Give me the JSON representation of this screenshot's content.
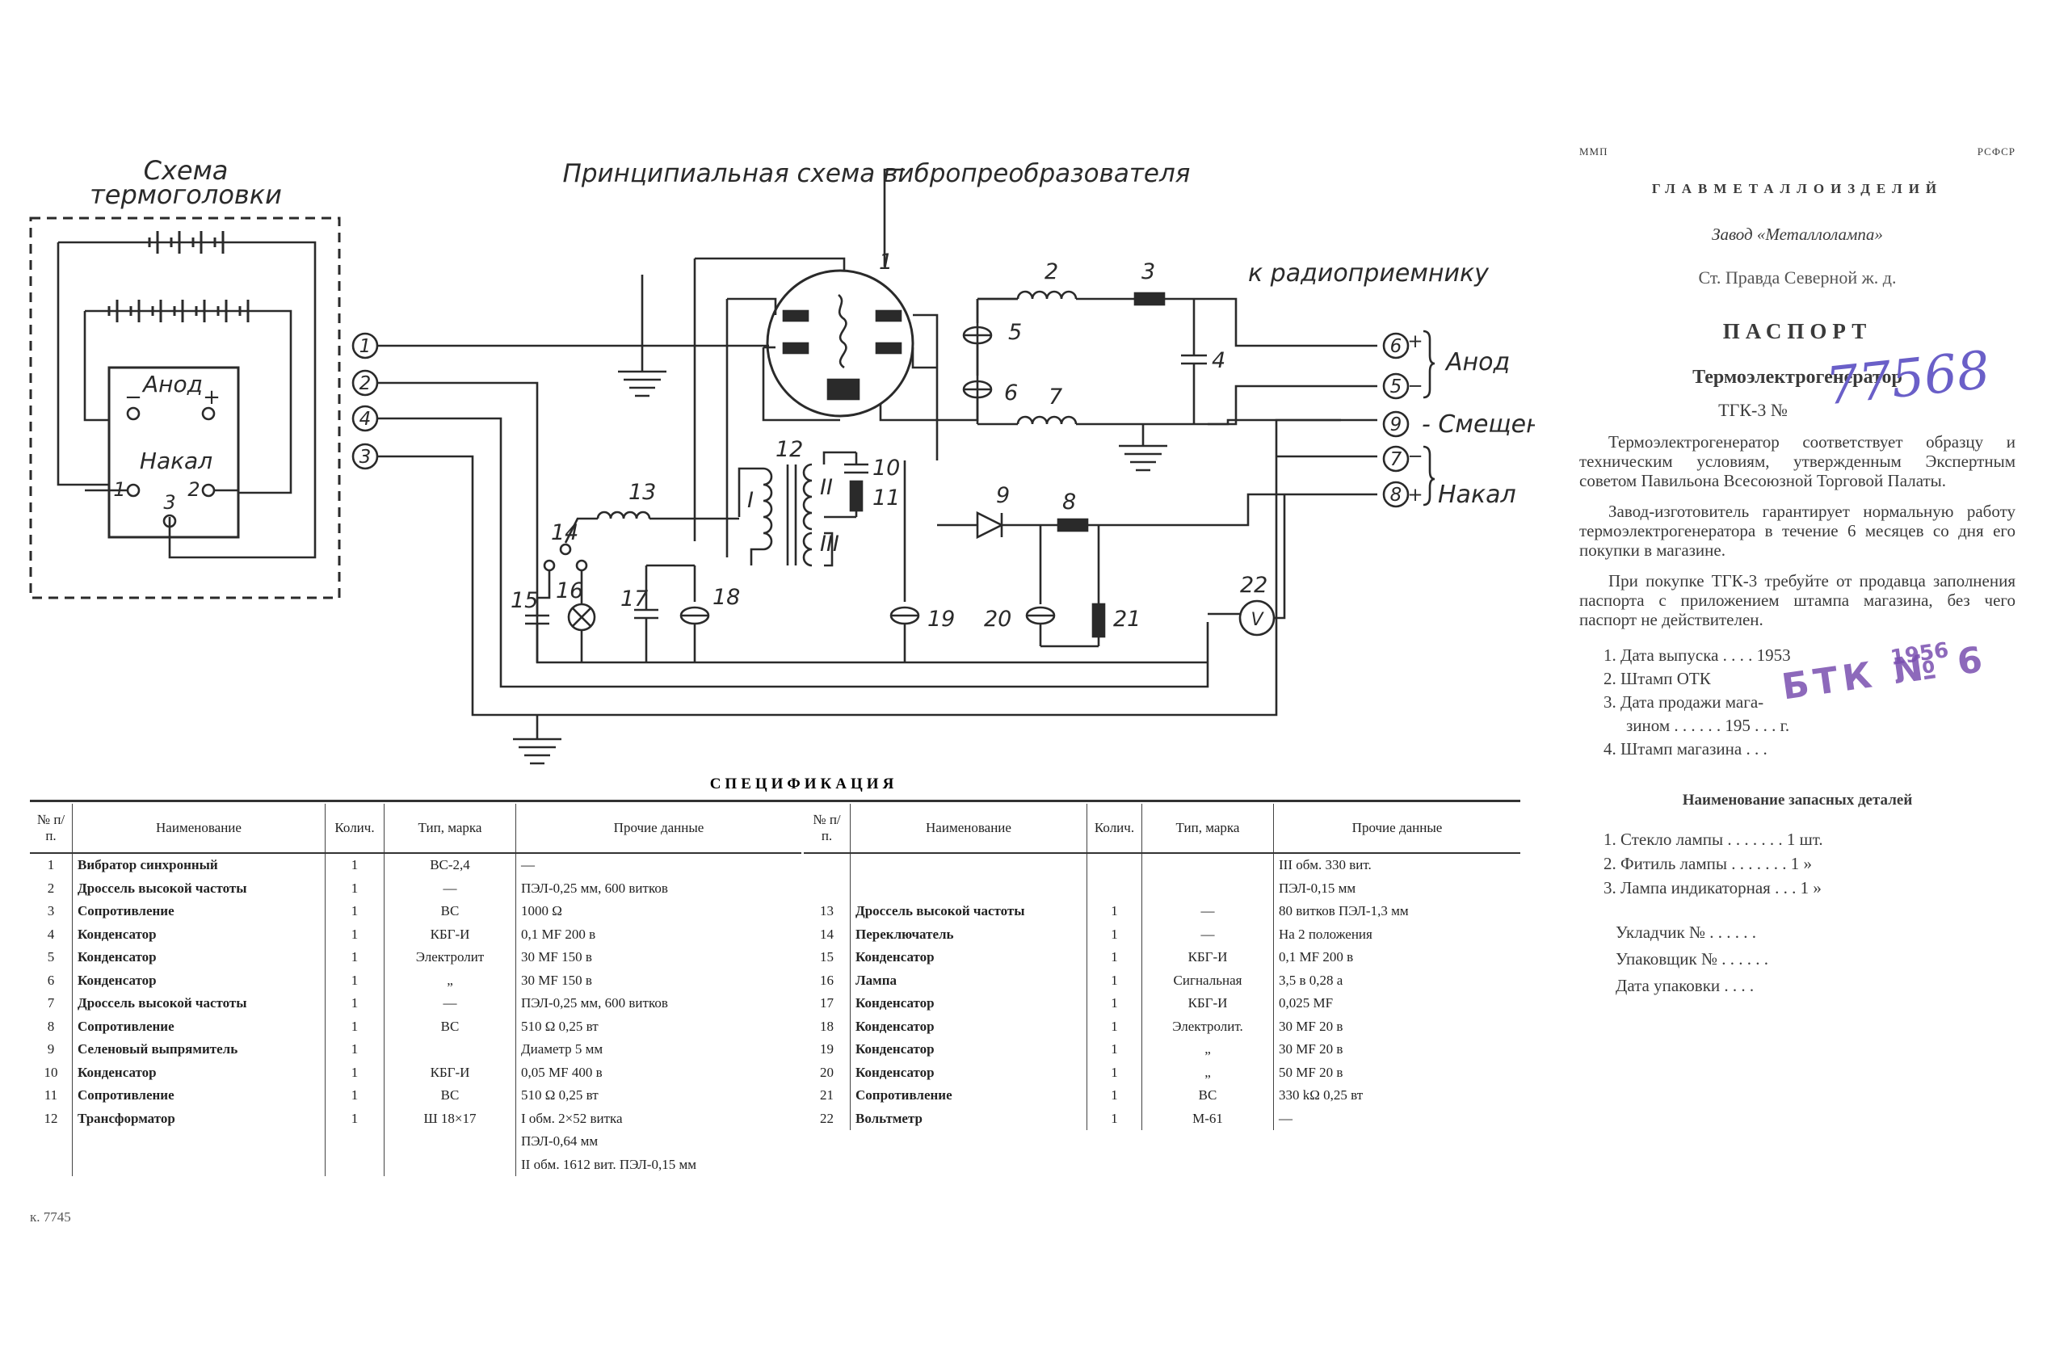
{
  "schematic": {
    "head_title_1": "Схема",
    "head_title_2": "термоголовки",
    "main_title": "Принципиальная схема вибропреобразователя",
    "to_radio": "к радиоприемнику",
    "anode": "Анод",
    "filament": "Накал",
    "bias": "- Смещение",
    "inner_anode": "Анод",
    "inner_filament": "Накал",
    "pin_minus": "−",
    "pin_plus": "+",
    "pin_1": "1",
    "pin_2": "2",
    "pin_3": "3",
    "terminals_left": [
      "1",
      "2",
      "4",
      "3"
    ],
    "terminals_right": [
      "6",
      "5",
      "9",
      "7",
      "8"
    ],
    "signs_right": [
      "+",
      "−",
      "",
      "−",
      "+"
    ],
    "components": [
      "1",
      "2",
      "3",
      "4",
      "5",
      "6",
      "7",
      "8",
      "9",
      "10",
      "11",
      "12",
      "13",
      "14",
      "15",
      "16",
      "17",
      "18",
      "19",
      "20",
      "21",
      "22"
    ],
    "coil_I": "I",
    "coil_II": "II",
    "coil_III": "III",
    "voltmeter": "V"
  },
  "spec": {
    "title": "СПЕЦИФИКАЦИЯ",
    "headers": [
      "№ п/п.",
      "Наименование",
      "Колич.",
      "Тип, марка",
      "Прочие данные"
    ],
    "left_rows": [
      [
        "1",
        "Вибратор синхронный",
        "1",
        "ВС-2,4",
        "—"
      ],
      [
        "2",
        "Дроссель высокой частоты",
        "1",
        "—",
        "ПЭЛ-0,25 мм, 600 витков"
      ],
      [
        "3",
        "Сопротивление",
        "1",
        "ВС",
        "1000 Ω"
      ],
      [
        "4",
        "Конденсатор",
        "1",
        "КБГ-И",
        "0,1 MF 200 в"
      ],
      [
        "5",
        "Конденсатор",
        "1",
        "Электролит",
        "30 MF 150 в"
      ],
      [
        "6",
        "Конденсатор",
        "1",
        "„",
        "30 MF 150 в"
      ],
      [
        "7",
        "Дроссель высокой частоты",
        "1",
        "—",
        "ПЭЛ-0,25 мм, 600 витков"
      ],
      [
        "8",
        "Сопротивление",
        "1",
        "ВС",
        "510 Ω 0,25 вт"
      ],
      [
        "9",
        "Селеновый выпрямитель",
        "1",
        "",
        "Диаметр 5 мм"
      ],
      [
        "10",
        "Конденсатор",
        "1",
        "КБГ-И",
        "0,05 MF 400 в"
      ],
      [
        "11",
        "Сопротивление",
        "1",
        "ВС",
        "510 Ω 0,25 вт"
      ],
      [
        "12",
        "Трансформатор",
        "1",
        "Ш 18×17",
        "I обм. 2×52 витка"
      ]
    ],
    "left_row12_extra": [
      "ПЭЛ-0,64 мм",
      "II обм. 1612 вит. ПЭЛ-0,15 мм"
    ],
    "right_top_extra": [
      "III обм. 330 вит.",
      "ПЭЛ-0,15 мм"
    ],
    "right_rows": [
      [
        "13",
        "Дроссель высокой частоты",
        "1",
        "—",
        "80 витков ПЭЛ-1,3 мм"
      ],
      [
        "14",
        "Переключатель",
        "1",
        "—",
        "На 2 положения"
      ],
      [
        "15",
        "Конденсатор",
        "1",
        "КБГ-И",
        "0,1 MF 200 в"
      ],
      [
        "16",
        "Лампа",
        "1",
        "Сигнальная",
        "3,5 в 0,28 а"
      ],
      [
        "17",
        "Конденсатор",
        "1",
        "КБГ-И",
        "0,025 MF"
      ],
      [
        "18",
        "Конденсатор",
        "1",
        "Электролит.",
        "30 MF 20 в"
      ],
      [
        "19",
        "Конденсатор",
        "1",
        "„",
        "30 MF 20 в"
      ],
      [
        "20",
        "Конденсатор",
        "1",
        "„",
        "50 MF 20 в"
      ],
      [
        "21",
        "Сопротивление",
        "1",
        "ВС",
        "330 kΩ 0,25 вт"
      ],
      [
        "22",
        "Вольтметр",
        "1",
        "М-61",
        "—"
      ]
    ]
  },
  "footer_code": "к. 7745",
  "passport": {
    "top_left": "ММП",
    "top_right": "РСФСР",
    "org": "ГЛАВМЕТАЛЛОИЗДЕЛИЙ",
    "factory": "Завод «Металлолампа»",
    "station": "Ст. Правда Северной ж. д.",
    "title": "ПАСПОРТ",
    "product": "Термоэлектрогенератор",
    "model": "ТГК-3 №",
    "handwritten_number": "77568",
    "para1": "Термоэлектрогенератор соответствует образцу и техническим условиям, утвержденным Экспертным советом Павильона Всесоюзной Торговой Палаты.",
    "para2": "Завод-изготовитель гарантирует нормальную работу термоэлектрогенератора в течение 6 месяцев со дня его покупки в магазине.",
    "para3": "При покупке ТГК-3 требуйте от продавца заполнения паспорта с приложением штампа магазина, без чего паспорт не действителен.",
    "items": [
      "1. Дата выпуска . . . . 1953",
      "2. Штамп ОТК",
      "3. Дата продажи мага-",
      "зином . . . . . . 195 . . . г.",
      "4. Штамп магазина . . ."
    ],
    "stamp_text": "БТК № 6",
    "stamp_date": "1956",
    "spare_title": "Наименование запасных деталей",
    "spares": [
      "1. Стекло лампы . . . . . . . 1 шт.",
      "2. Фитиль лампы . . . . . . . 1 »",
      "3. Лампа индикаторная . . . 1 »"
    ],
    "packer": "Укладчик № . . . . . .",
    "wrapper": "Упаковщик № . . . . . .",
    "pack_date": "Дата упаковки . . . ."
  }
}
